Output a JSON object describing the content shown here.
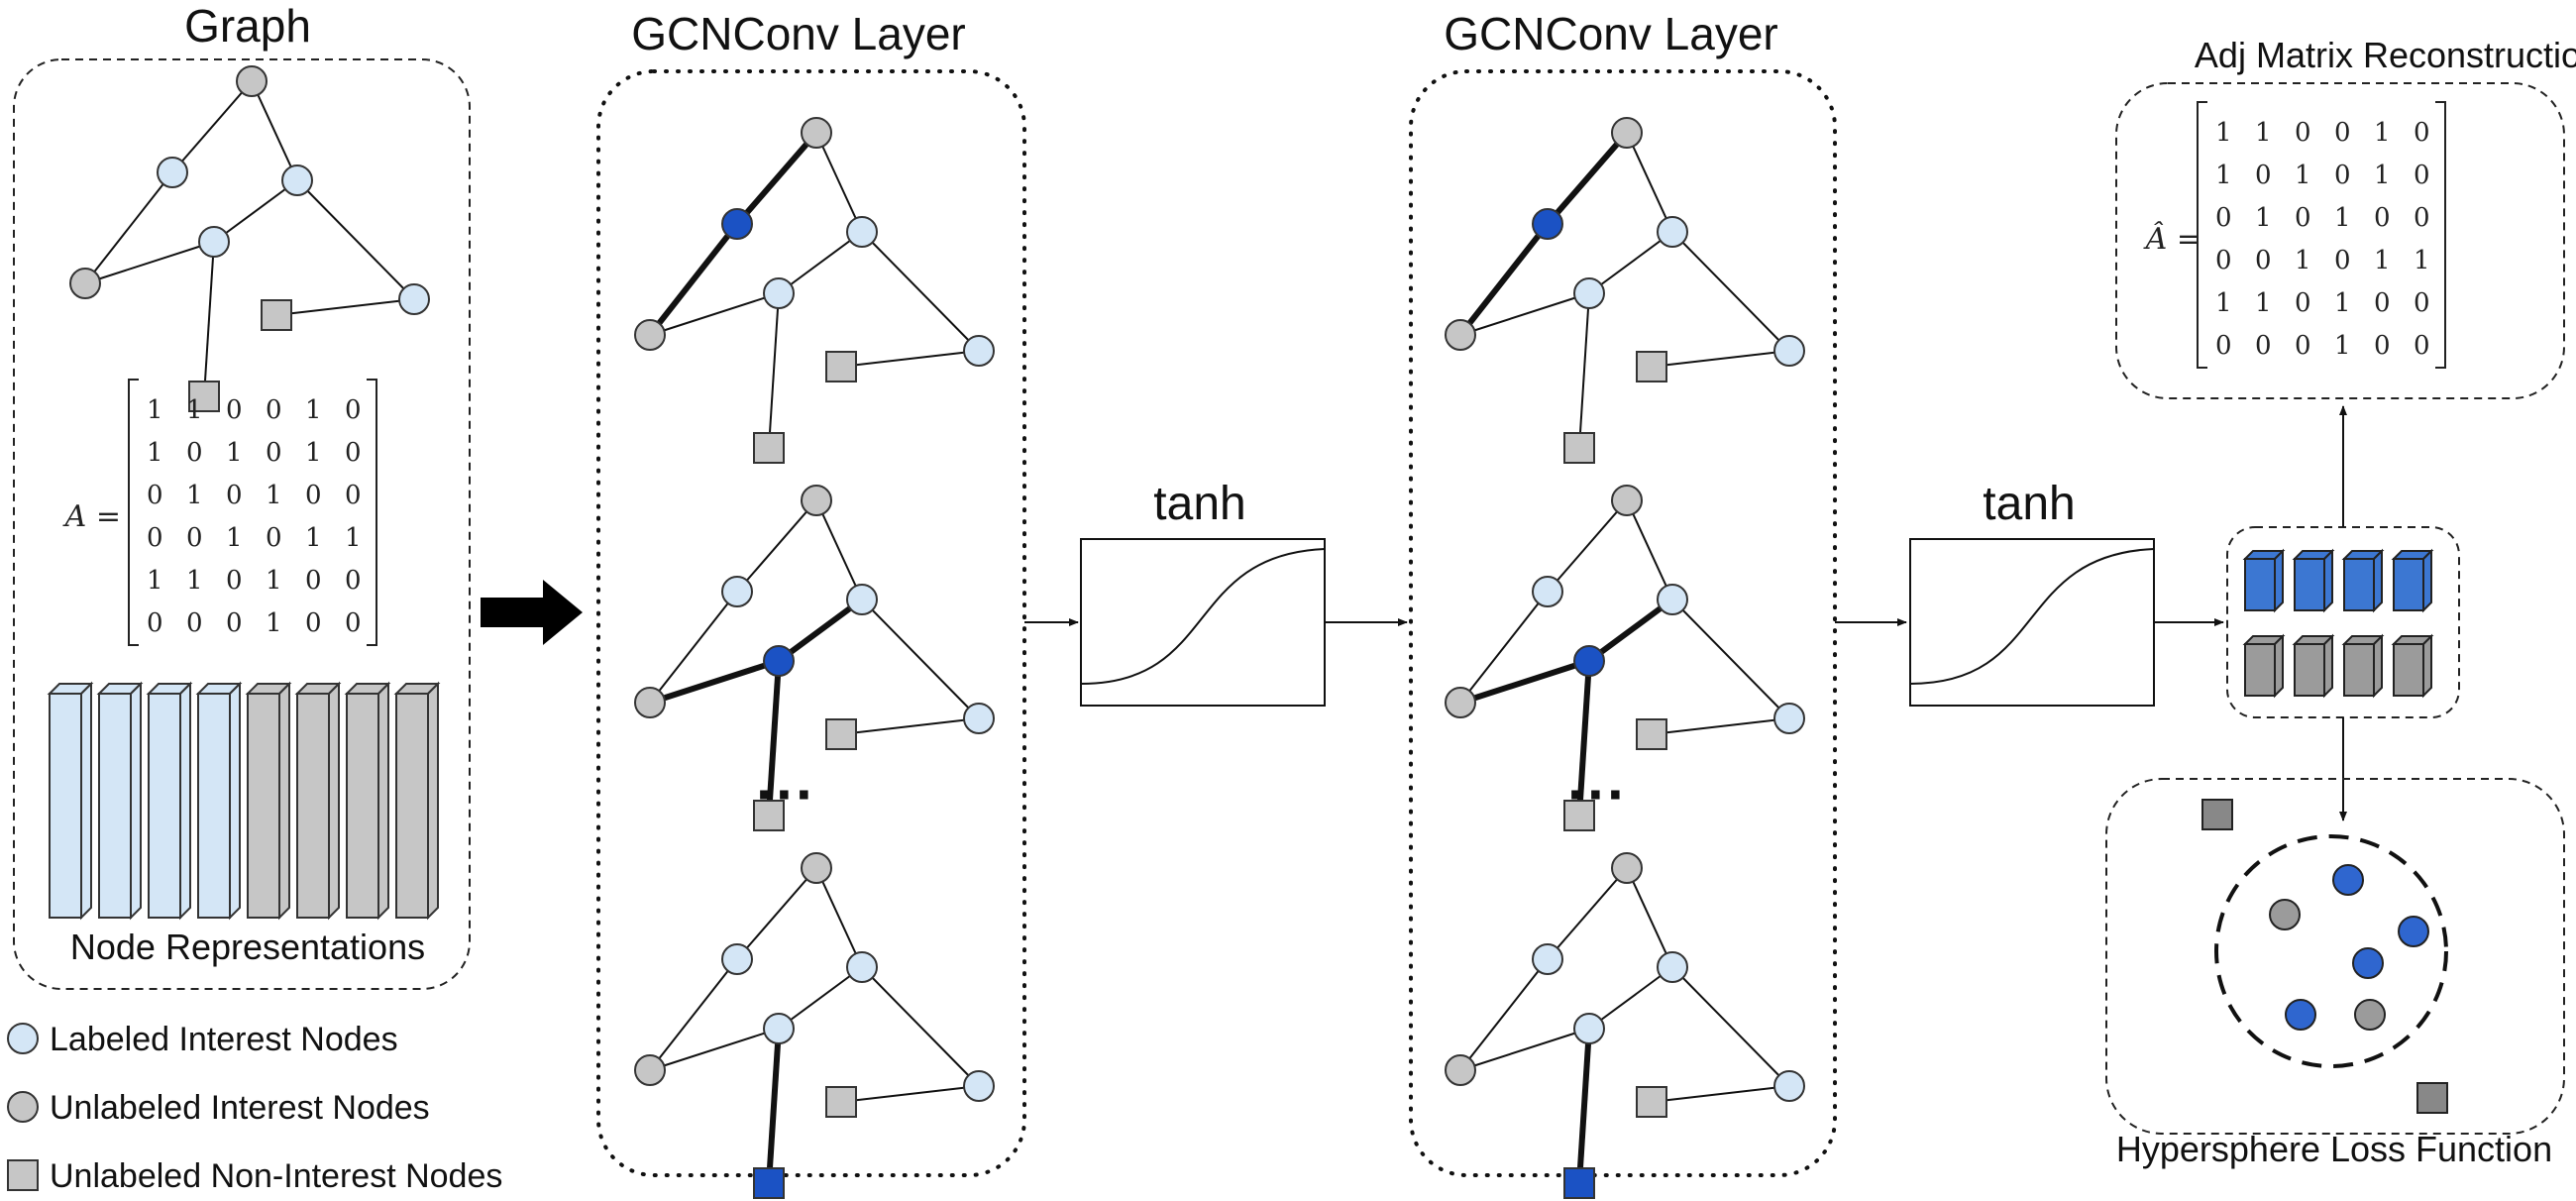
{
  "colors": {
    "labeled": "#d4e6f6",
    "unlabeled": "#c6c6c6",
    "highlight": "#1b52c4",
    "emb_blue": "#3c77d2",
    "emb_gray": "#9b9b9b",
    "edge": "#111111"
  },
  "titles": {
    "graph": "Graph",
    "gcn1": "GCNConv Layer",
    "gcn2": "GCNConv Layer",
    "tanh1": "tanh",
    "tanh2": "tanh",
    "adj": "Adj Matrix Reconstruction",
    "node_repr": "Node Representations",
    "hypersphere": "Hypersphere Loss Function"
  },
  "matrix": {
    "label_a": "A =",
    "label_ahat": "Â =",
    "rows": [
      [
        "1",
        "1",
        "0",
        "0",
        "1",
        "0"
      ],
      [
        "1",
        "0",
        "1",
        "0",
        "1",
        "0"
      ],
      [
        "0",
        "1",
        "0",
        "1",
        "0",
        "0"
      ],
      [
        "0",
        "0",
        "1",
        "0",
        "1",
        "1"
      ],
      [
        "1",
        "1",
        "0",
        "1",
        "0",
        "0"
      ],
      [
        "0",
        "0",
        "0",
        "1",
        "0",
        "0"
      ]
    ]
  },
  "ellipsis": "···",
  "legend": [
    {
      "label": "Labeled Interest Nodes",
      "kind": "labeled"
    },
    {
      "label": "Unlabeled Interest Nodes",
      "kind": "unlabeled"
    },
    {
      "label": "Unlabeled Non-Interest Nodes",
      "kind": "noninterest"
    }
  ],
  "representation_bars": [
    "labeled",
    "labeled",
    "labeled",
    "labeled",
    "unlabeled",
    "unlabeled",
    "unlabeled",
    "unlabeled"
  ]
}
